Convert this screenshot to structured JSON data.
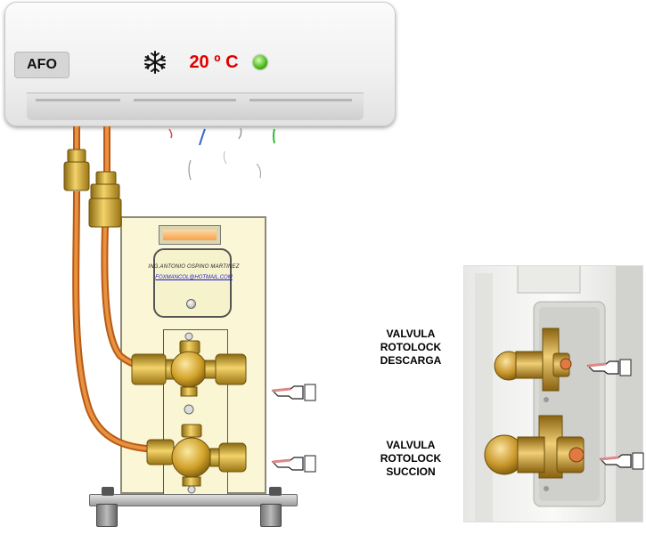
{
  "indoor_unit": {
    "brand": "AFO",
    "temperature": "20 º C",
    "mode_icon": "snowflake-icon",
    "led_color": "#48b81a"
  },
  "outdoor_unit": {
    "author": "ING.ANTONIO  OSPINO MARTINEZ",
    "email": "FOXMANCOL@HOTMAIL.COM"
  },
  "labels": {
    "discharge": [
      "VALVULA",
      "ROTOLOCK",
      "DESCARGA"
    ],
    "suction": [
      "VALVULA",
      "ROTOLOCK",
      "SUCCION"
    ]
  },
  "colors": {
    "copper_pipe": "#d9782a",
    "brass": "#d4a82a",
    "temperature_text": "#e00000",
    "panel": "#fbf7d6"
  }
}
